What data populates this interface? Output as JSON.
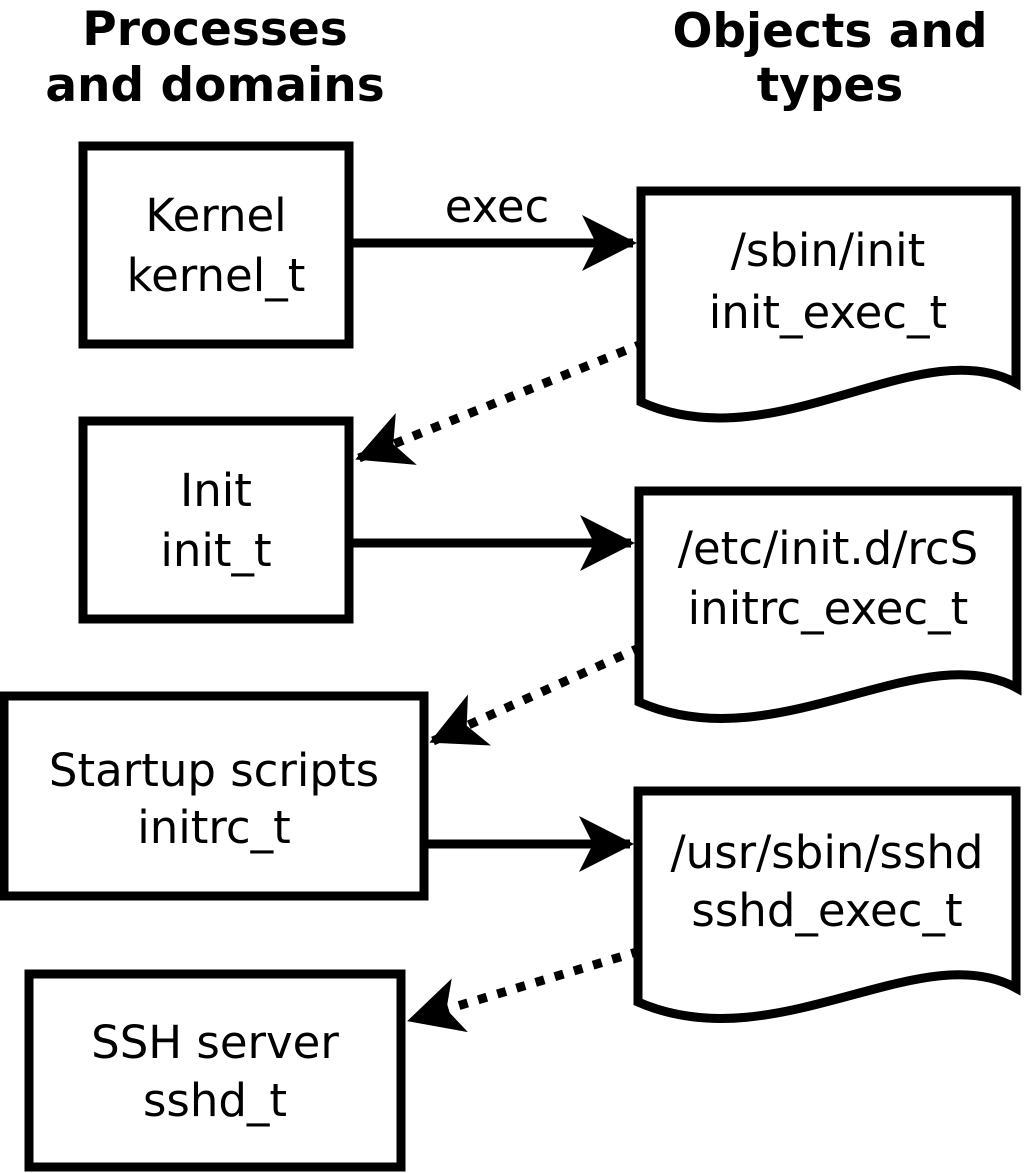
{
  "title_left": {
    "line1": "Processes",
    "line2": "and domains"
  },
  "title_right": {
    "line1": "Objects and",
    "line2": "types"
  },
  "processes": [
    {
      "name": "Kernel",
      "type": "kernel_t"
    },
    {
      "name": "Init",
      "type": "init_t"
    },
    {
      "name": "Startup scripts",
      "type": "initrc_t"
    },
    {
      "name": "SSH server",
      "type": "sshd_t"
    }
  ],
  "objects": [
    {
      "path": "/sbin/init",
      "type": "init_exec_t"
    },
    {
      "path": "/etc/init.d/rcS",
      "type": "initrc_exec_t"
    },
    {
      "path": "/usr/sbin/sshd",
      "type": "sshd_exec_t"
    }
  ],
  "arrow_labels": {
    "exec": "exec"
  },
  "colors": {
    "line": "#000000",
    "background": "#ffffff"
  }
}
